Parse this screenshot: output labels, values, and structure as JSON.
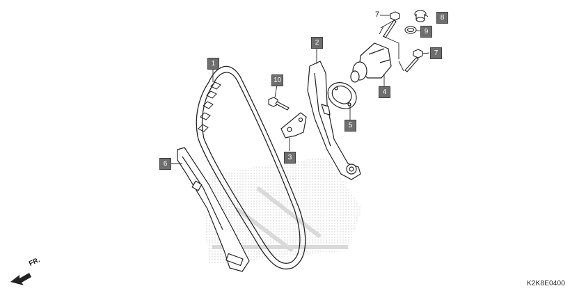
{
  "diagram": {
    "code": "K2K8E0400",
    "front_label": "FR.",
    "colors": {
      "callout_fill": "#6e6e6e",
      "line": "#222222",
      "watermark": "#d8d8d8"
    },
    "callouts": {
      "c1": "1",
      "c2": "2",
      "c3": "3",
      "c4": "4",
      "c5": "5",
      "c6": "6",
      "c7_top": "7",
      "c7_right": "7",
      "c8": "8",
      "c9": "9",
      "c10": "10"
    }
  }
}
